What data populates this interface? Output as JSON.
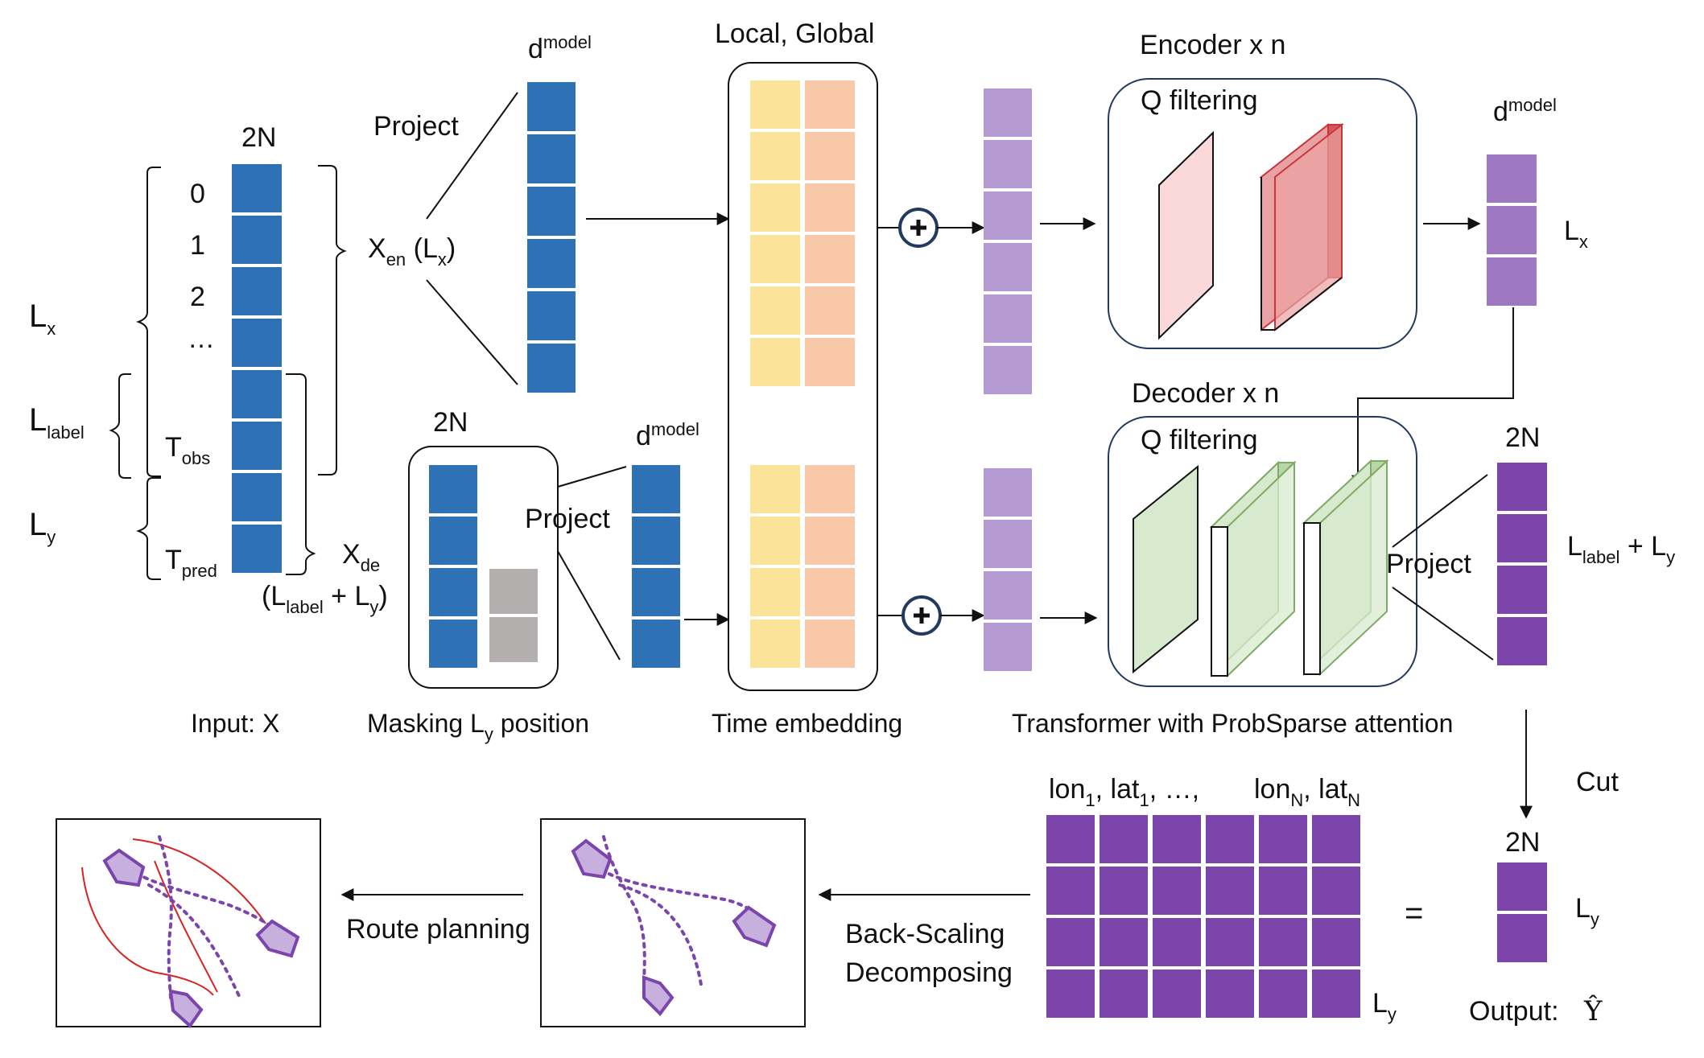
{
  "colors": {
    "blue": "#2E72B5",
    "gray": "#B3AFAE",
    "yellow": "#FCE39A",
    "peach": "#F8C8A8",
    "lavender": "#B59AD2",
    "lavender_mid": "#9E78C2",
    "purple": "#7B45AC",
    "enc_light": "#FBD9DB",
    "enc_red": "#E9A2A3",
    "enc_red_edge": "#C8363A",
    "dec_green": "#D8EACD",
    "dec_green_edge": "#7FAA67",
    "route_red": "#D62422"
  },
  "input": {
    "col_title": "2N",
    "index_labels": [
      "0",
      "1",
      "2",
      "…"
    ],
    "t_obs": {
      "main": "T",
      "sub": "obs"
    },
    "t_pred": {
      "main": "T",
      "sub": "pred"
    },
    "lx": {
      "main": "L",
      "sub": "x"
    },
    "llabel": {
      "main": "L",
      "sub": "label"
    },
    "ly": {
      "main": "L",
      "sub": "y"
    },
    "x_en": {
      "main": "X",
      "sub": "en",
      "rest": " (L",
      "rest_sub": "x",
      "close": ")"
    },
    "x_de": {
      "main": "X",
      "sub": "de"
    },
    "x_de_span": {
      "open": "(L",
      "sub1": "label",
      "mid": " + L",
      "sub2": "y",
      "close": ")"
    },
    "caption": "Input: X"
  },
  "projection": {
    "label": "Project",
    "dmodel": {
      "main": "d",
      "sup": "model"
    }
  },
  "masking": {
    "title": "2N",
    "project_label": "Project",
    "dmodel": {
      "main": "d",
      "sup": "model"
    },
    "caption": {
      "pre": "Masking L",
      "sub": "y",
      "post": " position"
    }
  },
  "time_embedding": {
    "header": "Local,  Global",
    "caption": "Time embedding"
  },
  "encoder": {
    "title": "Encoder x n",
    "filter_label": "Q filtering",
    "dmodel": {
      "main": "d",
      "sup": "model"
    },
    "lx": {
      "main": "L",
      "sub": "x"
    }
  },
  "decoder": {
    "title": "Decoder x n",
    "filter_label": "Q filtering",
    "project_label": "Project",
    "col_title": "2N",
    "out_label": {
      "pre": "L",
      "sub1": "label",
      "mid": " + L",
      "sub2": "y"
    }
  },
  "transformer_caption": "Transformer with ProbSparse attention",
  "cut_label": "Cut",
  "output": {
    "col_title": "2N",
    "ly": {
      "main": "L",
      "sub": "y"
    },
    "label": "Output:",
    "symbol": "Ŷ",
    "equals": "="
  },
  "grid": {
    "header": {
      "a": "lon",
      "a_sub": "1",
      "b": ", lat",
      "b_sub": "1",
      "c": ", …,",
      "d": "lon",
      "d_sub": "N",
      "e": ", lat",
      "e_sub": "N"
    },
    "ly": {
      "main": "L",
      "sub": "y"
    }
  },
  "back_scaling": {
    "line1": "Back-Scaling",
    "line2": "Decomposing"
  },
  "route_planning": "Route planning"
}
